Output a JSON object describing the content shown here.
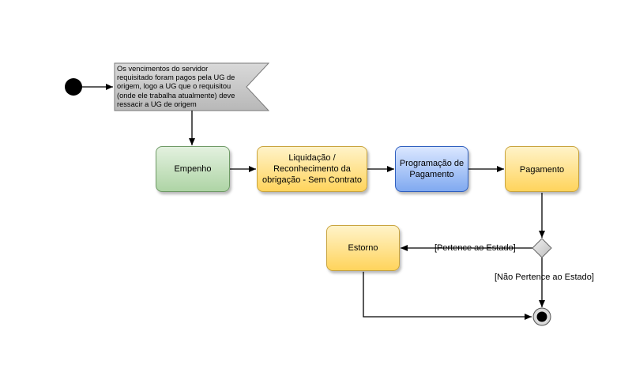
{
  "note": {
    "lines": [
      "Os vencimentos do servidor",
      "requisitado foram pagos pela UG de",
      "origem, logo a UG que o requisitou",
      "(onde ele trabalha atualmente) deve",
      "ressacir a UG de origem"
    ]
  },
  "nodes": {
    "empenho": "Empenho",
    "liquidacao": [
      "Liquidação /",
      "Reconhecimento da",
      "obrigação - Sem Contrato"
    ],
    "programacao": [
      "Programação de",
      "Pagamento"
    ],
    "pagamento": "Pagamento",
    "estorno": "Estorno"
  },
  "guards": {
    "pertence": "[Pertence ao Estado]",
    "nao_pertence": "[Não Pertence ao Estado]"
  },
  "colors": {
    "action_green": "#aed4a5",
    "action_yellow": "#ffd45c",
    "action_blue": "#80a9f0",
    "note_fill": "#c8c8c8",
    "edge": "#000000"
  }
}
